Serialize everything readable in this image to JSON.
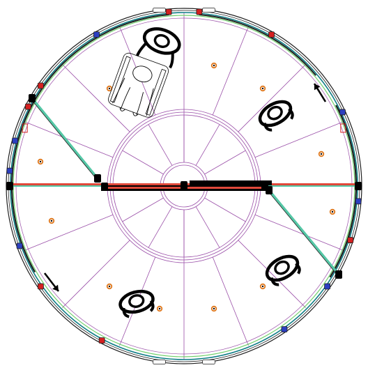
{
  "drawing": {
    "kind": "revolving door floor plan (top view)",
    "compartments": 4,
    "wings": 4,
    "occupants": {
      "wheelchair_user": 1,
      "standing_persons": 3
    },
    "rotation_arrows": 2,
    "floor_marker_dots": 11,
    "text_labels": []
  },
  "colors": {
    "background": "#ffffff",
    "outer_ring": "#1f1f1f",
    "ring_teal": "#0e7c86",
    "ring_green": "#6fcf6a",
    "glass_wing": "#55c7a6",
    "wing_red": "#e0483a",
    "floor_grid": "#9a4fa8",
    "marker_orange": "#e07b22",
    "figure": "#000000",
    "accent_blue": "#2c3fc0",
    "accent_red_box": "#d42020"
  }
}
